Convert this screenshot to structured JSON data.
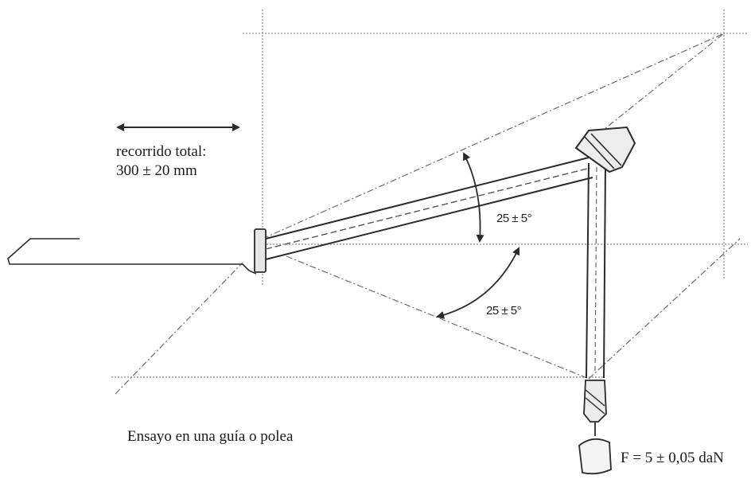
{
  "figure": {
    "travel_label_line1": "recorrido total:",
    "travel_label_line2": "300 ± 20 mm",
    "angle_upper": "25 ± 5°",
    "angle_lower": "25 ± 5°",
    "caption": "Ensayo en una guía o polea",
    "force_label": "F = 5 ± 0,05 daN"
  },
  "colors": {
    "line": "#2b2b2b",
    "construction": "#8a8a8a",
    "background": "#ffffff"
  }
}
